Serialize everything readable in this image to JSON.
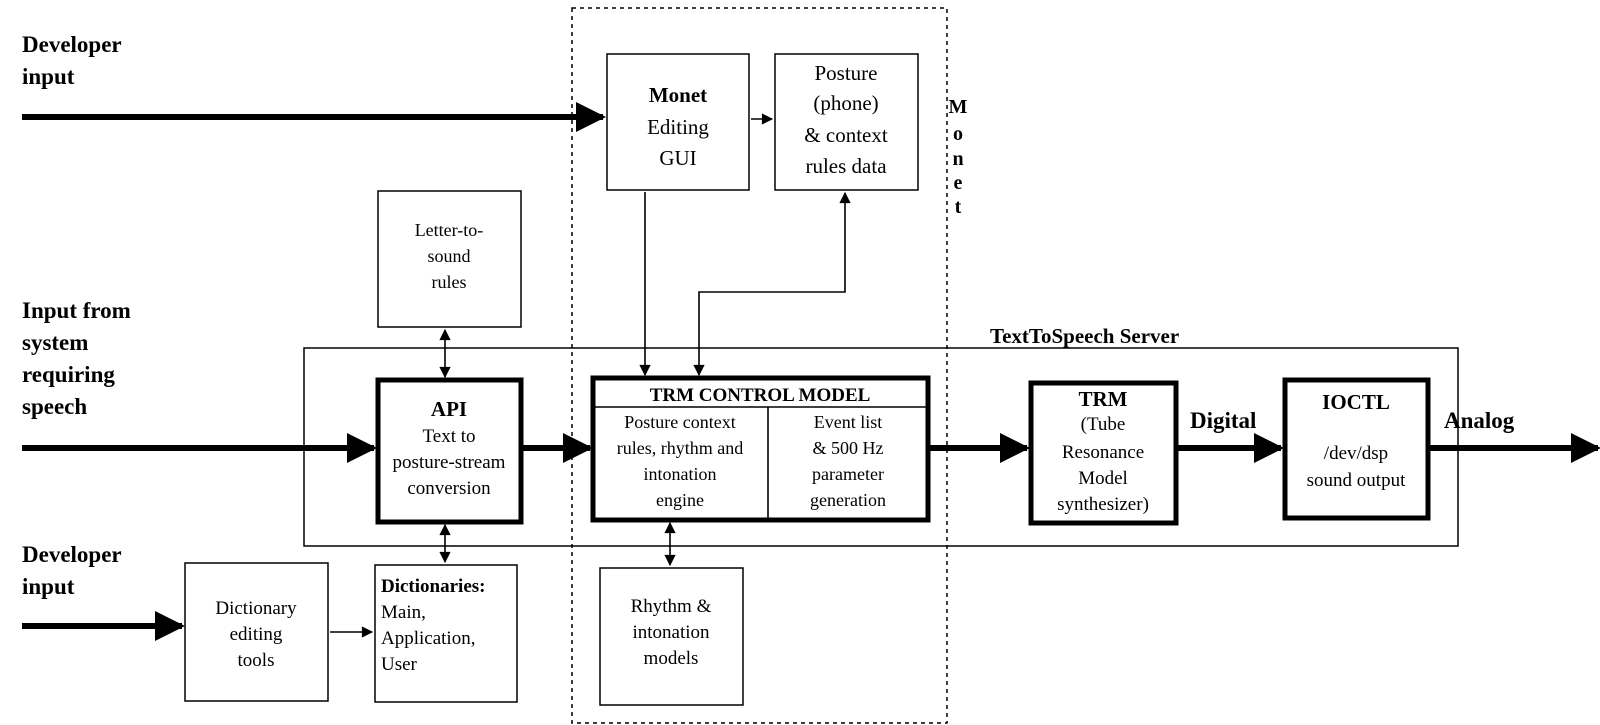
{
  "labels": {
    "developer_input_top_1": "Developer",
    "developer_input_top_2": "input",
    "input_system_1": "Input from",
    "input_system_2": "system",
    "input_system_3": "requiring",
    "input_system_4": "speech",
    "developer_input_bottom_1": "Developer",
    "developer_input_bottom_2": "input",
    "monet_vertical": [
      "M",
      "o",
      "n",
      "e",
      "t"
    ],
    "server": "TextToSpeech Server",
    "digital": "Digital",
    "analog": "Analog"
  },
  "boxes": {
    "monet_gui": {
      "title": "Monet",
      "line1": "Editing",
      "line2": "GUI"
    },
    "posture_rules": {
      "line1": "Posture",
      "line2": "(phone)",
      "line3": "& context",
      "line4": "rules data"
    },
    "letter_to_sound": {
      "line1": "Letter-to-",
      "line2": "sound",
      "line3": "rules"
    },
    "api": {
      "title": "API",
      "line1": "Text to",
      "line2": "posture-stream",
      "line3": "conversion"
    },
    "trm_control": {
      "title": "TRM CONTROL MODEL",
      "left1": "Posture context",
      "left2": "rules, rhythm and",
      "left3": "intonation",
      "left4": "engine",
      "right1": "Event list",
      "right2": "& 500 Hz",
      "right3": "parameter",
      "right4": "generation"
    },
    "trm": {
      "title": "TRM",
      "line1": "(Tube",
      "line2": "Resonance",
      "line3": "Model",
      "line4": "synthesizer)"
    },
    "ioctl": {
      "title": "IOCTL",
      "line1": "/dev/dsp",
      "line2": "sound output"
    },
    "dict_tools": {
      "line1": "Dictionary",
      "line2": "editing",
      "line3": "tools"
    },
    "dictionaries": {
      "title": "Dictionaries:",
      "line1": "Main,",
      "line2": "Application,",
      "line3": "User"
    },
    "rhythm": {
      "line1": "Rhythm &",
      "line2": "intonation",
      "line3": "models"
    }
  }
}
